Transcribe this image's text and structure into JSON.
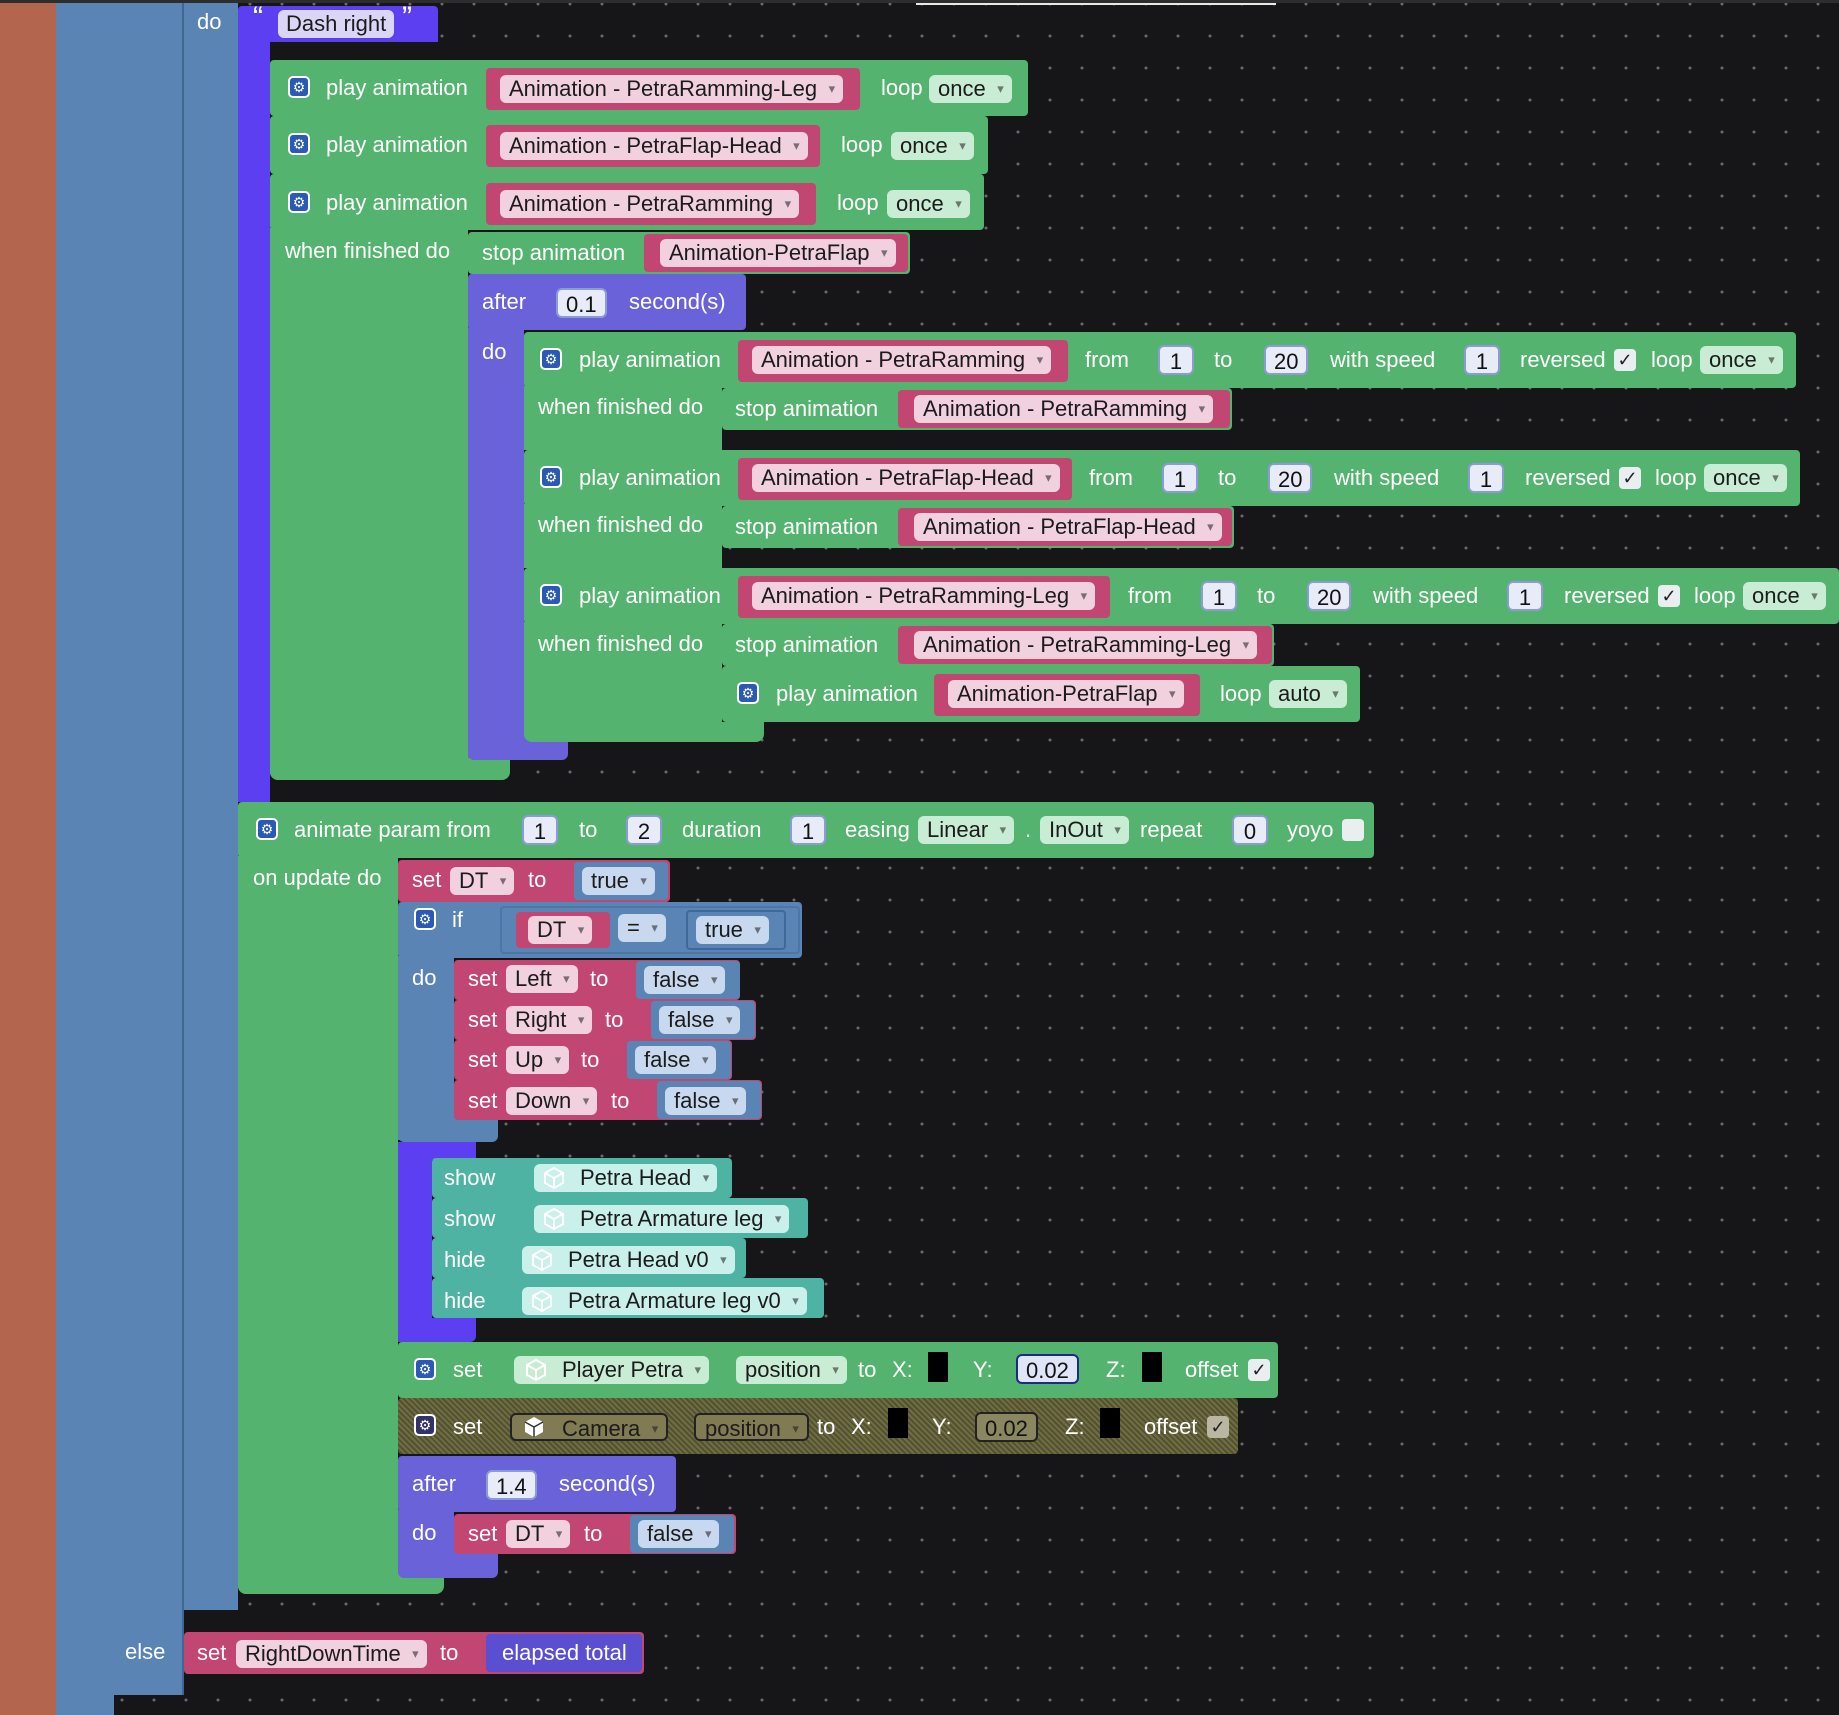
{
  "colors": {
    "background": "#161618",
    "green_block": "#54b36e",
    "purple_block": "#5b3ff0",
    "steel_block": "#5a84b3",
    "pink_block": "#c14772",
    "lavender_block": "#6a62d8",
    "teal_block": "#4fb3a3"
  },
  "top_do": "do",
  "dash": {
    "left_quote": "“",
    "label": "Dash right",
    "right_quote": "”"
  },
  "kw": {
    "play_animation": "play animation",
    "loop": "loop",
    "when_finished_do": "when finished do",
    "stop_animation": "stop animation",
    "after": "after",
    "seconds": "second(s)",
    "do": "do",
    "from": "from",
    "to": "to",
    "with_speed": "with speed",
    "reversed": "reversed",
    "check": "✓"
  },
  "anim": {
    "a1": "Animation - PetraRamming-Leg",
    "a1_loop": "once",
    "a2": "Animation - PetraFlap-Head",
    "a2_loop": "once",
    "a3": "Animation - PetraRamming",
    "a3_loop": "once",
    "stop1": "Animation-PetraFlap",
    "after_value": "0.1",
    "b1": "Animation - PetraRamming",
    "b1_from": "1",
    "b1_to": "20",
    "b1_speed": "1",
    "b1_loop": "once",
    "b1_stop": "Animation - PetraRamming",
    "b2": "Animation - PetraFlap-Head",
    "b2_from": "1",
    "b2_to": "20",
    "b2_speed": "1",
    "b2_loop": "once",
    "b2_stop": "Animation - PetraFlap-Head",
    "b3": "Animation - PetraRamming-Leg",
    "b3_from": "1",
    "b3_to": "20",
    "b3_speed": "1",
    "b3_loop": "once",
    "b3_stop": "Animation - PetraRamming-Leg",
    "b4": "Animation-PetraFlap",
    "b4_loop": "auto"
  },
  "param": {
    "label": "animate param from",
    "from": "1",
    "to_label": "to",
    "to": "2",
    "duration_label": "duration",
    "duration": "1",
    "easing_label": "easing",
    "easing": "Linear",
    "dot": ".",
    "inout": "InOut",
    "repeat_label": "repeat",
    "repeat": "0",
    "yoyo_label": "yoyo",
    "on_update": "on update do"
  },
  "vars": {
    "set": "set",
    "to": "to",
    "if": "if",
    "do": "do",
    "eq": "=",
    "dt": "DT",
    "true": "true",
    "false": "false",
    "left": "Left",
    "right": "Right",
    "up": "Up",
    "down": "Down"
  },
  "objects": {
    "show": "show",
    "hide": "hide",
    "o1": "Petra Head",
    "o2": "Petra Armature leg",
    "o3": "Petra Head v0",
    "o4": "Petra Armature leg v0"
  },
  "pos": {
    "set": "set",
    "player": "Player Petra",
    "position": "position",
    "to": "to",
    "x": "X:",
    "y": "Y:",
    "z": "Z:",
    "y_value": "0.02",
    "offset": "offset",
    "camera": "Camera"
  },
  "after2": {
    "after": "after",
    "value": "1.4",
    "seconds": "second(s)",
    "do": "do"
  },
  "else_row": {
    "else": "else",
    "set": "set",
    "var": "RightDownTime",
    "to": "to",
    "value": "elapsed total"
  }
}
